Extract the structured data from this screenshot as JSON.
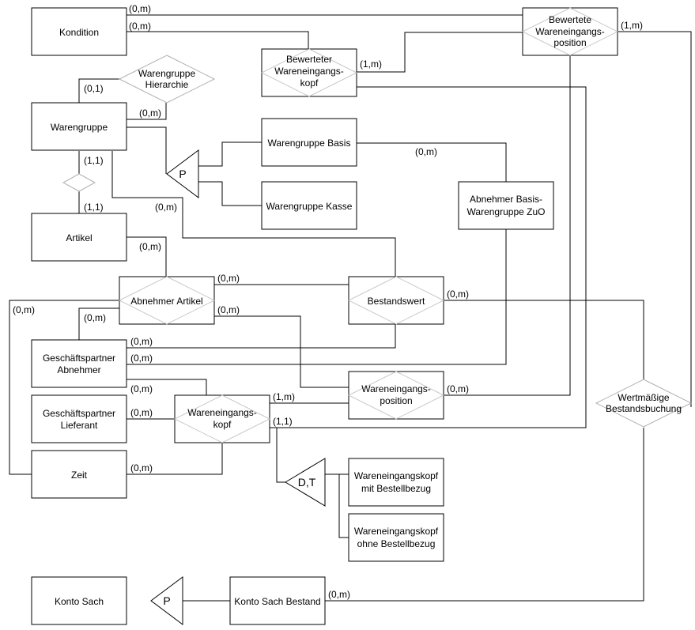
{
  "entities": {
    "kondition": "Kondition",
    "bewerteter_kopf": [
      "Bewerteter",
      "Wareneingangs-",
      "kopf"
    ],
    "bewertete_position": [
      "Bewertete",
      "Wareneingangs-",
      "position"
    ],
    "warengruppe": "Warengruppe",
    "warengruppe_basis": "Warengruppe Basis",
    "warengruppe_kasse": "Warengruppe Kasse",
    "abnehmer_basis_zuo": [
      "Abnehmer Basis-",
      "Warengruppe ZuO"
    ],
    "artikel": "Artikel",
    "abnehmer_artikel": "Abnehmer Artikel",
    "bestandswert": "Bestandswert",
    "gp_abnehmer": [
      "Geschäftspartner",
      "Abnehmer"
    ],
    "gp_lieferant": [
      "Geschäftspartner",
      "Lieferant"
    ],
    "wareneingangsposition": [
      "Wareneingangs-",
      "position"
    ],
    "wareneingangskopf": [
      "Wareneingangs-",
      "kopf"
    ],
    "zeit": "Zeit",
    "wek_mit_bestellbezug": [
      "Wareneingangskopf",
      "mit Bestellbezug"
    ],
    "wek_ohne_bestellbezug": [
      "Wareneingangskopf",
      "ohne Bestellbezug"
    ],
    "konto_sach": "Konto Sach",
    "konto_sach_bestand": "Konto Sach Bestand"
  },
  "relationships": {
    "warengruppe_hierarchie": [
      "Warengruppe",
      "Hierarchie"
    ],
    "wertmaessige_bestandsbuchung": [
      "Wertmäßige",
      "Bestandsbuchung"
    ]
  },
  "generalizations": {
    "warengruppe": "P",
    "wareneingangskopf": "D,T",
    "konto_sach": "P"
  },
  "cardinalities": {
    "kondition_bewertete_position": "(0,m)",
    "kondition_bewerteter_kopf": "(0,m)",
    "bewerteter_kopf_position": "(1,m)",
    "bewertete_position_buchung": "(1,m)",
    "warengruppe_hierarchie_top": "(0,1)",
    "warengruppe_hierarchie_side": "(0,m)",
    "warengruppe_artikel_top": "(1,1)",
    "warengruppe_artikel_bottom": "(1,1)",
    "warengruppe_bestandswert": "(0,m)",
    "basis_zuo": "(0,m)",
    "artikel_abnehmer_artikel": "(0,m)",
    "abnehmer_artikel_bestandswert": "(0,m)",
    "abnehmer_artikel_position": "(0,m)",
    "zeit_abnehmer_artikel": "(0,m)",
    "gp_abnehmer_abnehmer_artikel": "(0,m)",
    "bestandswert_buchung": "(0,m)",
    "gp_abnehmer_bestandswert": "(0,m)",
    "gp_abnehmer_zuo": "(0,m)",
    "gp_abnehmer_kopf": "(0,m)",
    "kopf_position": "(1,m)",
    "position_bewertete_position": "(0,m)",
    "gp_lieferant_kopf": "(0,m)",
    "kopf_bewerteter_kopf": "(1,1)",
    "zeit_kopf": "(0,m)",
    "konto_sach_bestand_buchung": "(0,m)"
  }
}
